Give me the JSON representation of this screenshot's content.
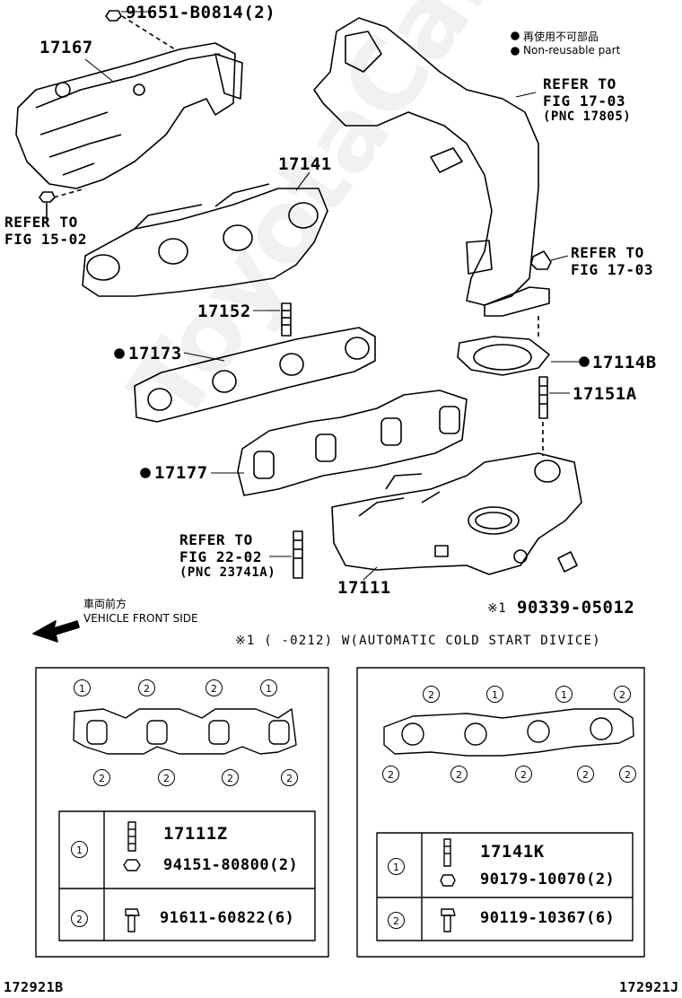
{
  "watermark": "ToyotaCarMine.ru",
  "legend": {
    "reuse_jp": "再使用不可部品",
    "reuse_en": "Non-reusable part"
  },
  "upper": {
    "p_91651": "91651-B0814(2)",
    "p_17167": "17167",
    "p_17141": "17141",
    "p_17152": "17152",
    "p_17173": "17173",
    "p_17177": "17177",
    "p_17114b": "17114B",
    "p_17151a": "17151A",
    "p_17111": "17111",
    "p_90339": "90339-05012",
    "ref_1703a": [
      "REFER TO",
      "FIG 17-03",
      "(PNC 17805)"
    ],
    "ref_1703b": [
      "REFER TO",
      "FIG 17-03"
    ],
    "ref_1502": [
      "REFER TO",
      "FIG 15-02"
    ],
    "ref_2202": [
      "REFER TO",
      "FIG 22-02",
      "(PNC 23741A)"
    ],
    "note_mark": "※1",
    "front_jp": "車両前方",
    "front_en": "VEHICLE FRONT SIDE",
    "note_text": "※1 (      -0212) W(AUTOMATIC COLD START DIVICE)"
  },
  "panel_left": {
    "circle_top": [
      "1",
      "2",
      "2",
      "1"
    ],
    "circle_bottom": [
      "2",
      "2",
      "2",
      "2"
    ],
    "rows": [
      {
        "mark": "1",
        "parts": [
          "17111Z",
          "94151-80800(2)"
        ]
      },
      {
        "mark": "2",
        "parts": [
          "91611-60822(6)"
        ]
      }
    ]
  },
  "panel_right": {
    "circle_top": [
      "2",
      "1",
      "1",
      "2"
    ],
    "circle_bottom": [
      "2",
      "2",
      "2",
      "2",
      "2"
    ],
    "rows": [
      {
        "mark": "1",
        "parts": [
          "17141K",
          "90179-10070(2)"
        ]
      },
      {
        "mark": "2",
        "parts": [
          "90119-10367(6)"
        ]
      }
    ]
  },
  "footer": {
    "left_code": "172921B",
    "right_code": "172921J"
  }
}
